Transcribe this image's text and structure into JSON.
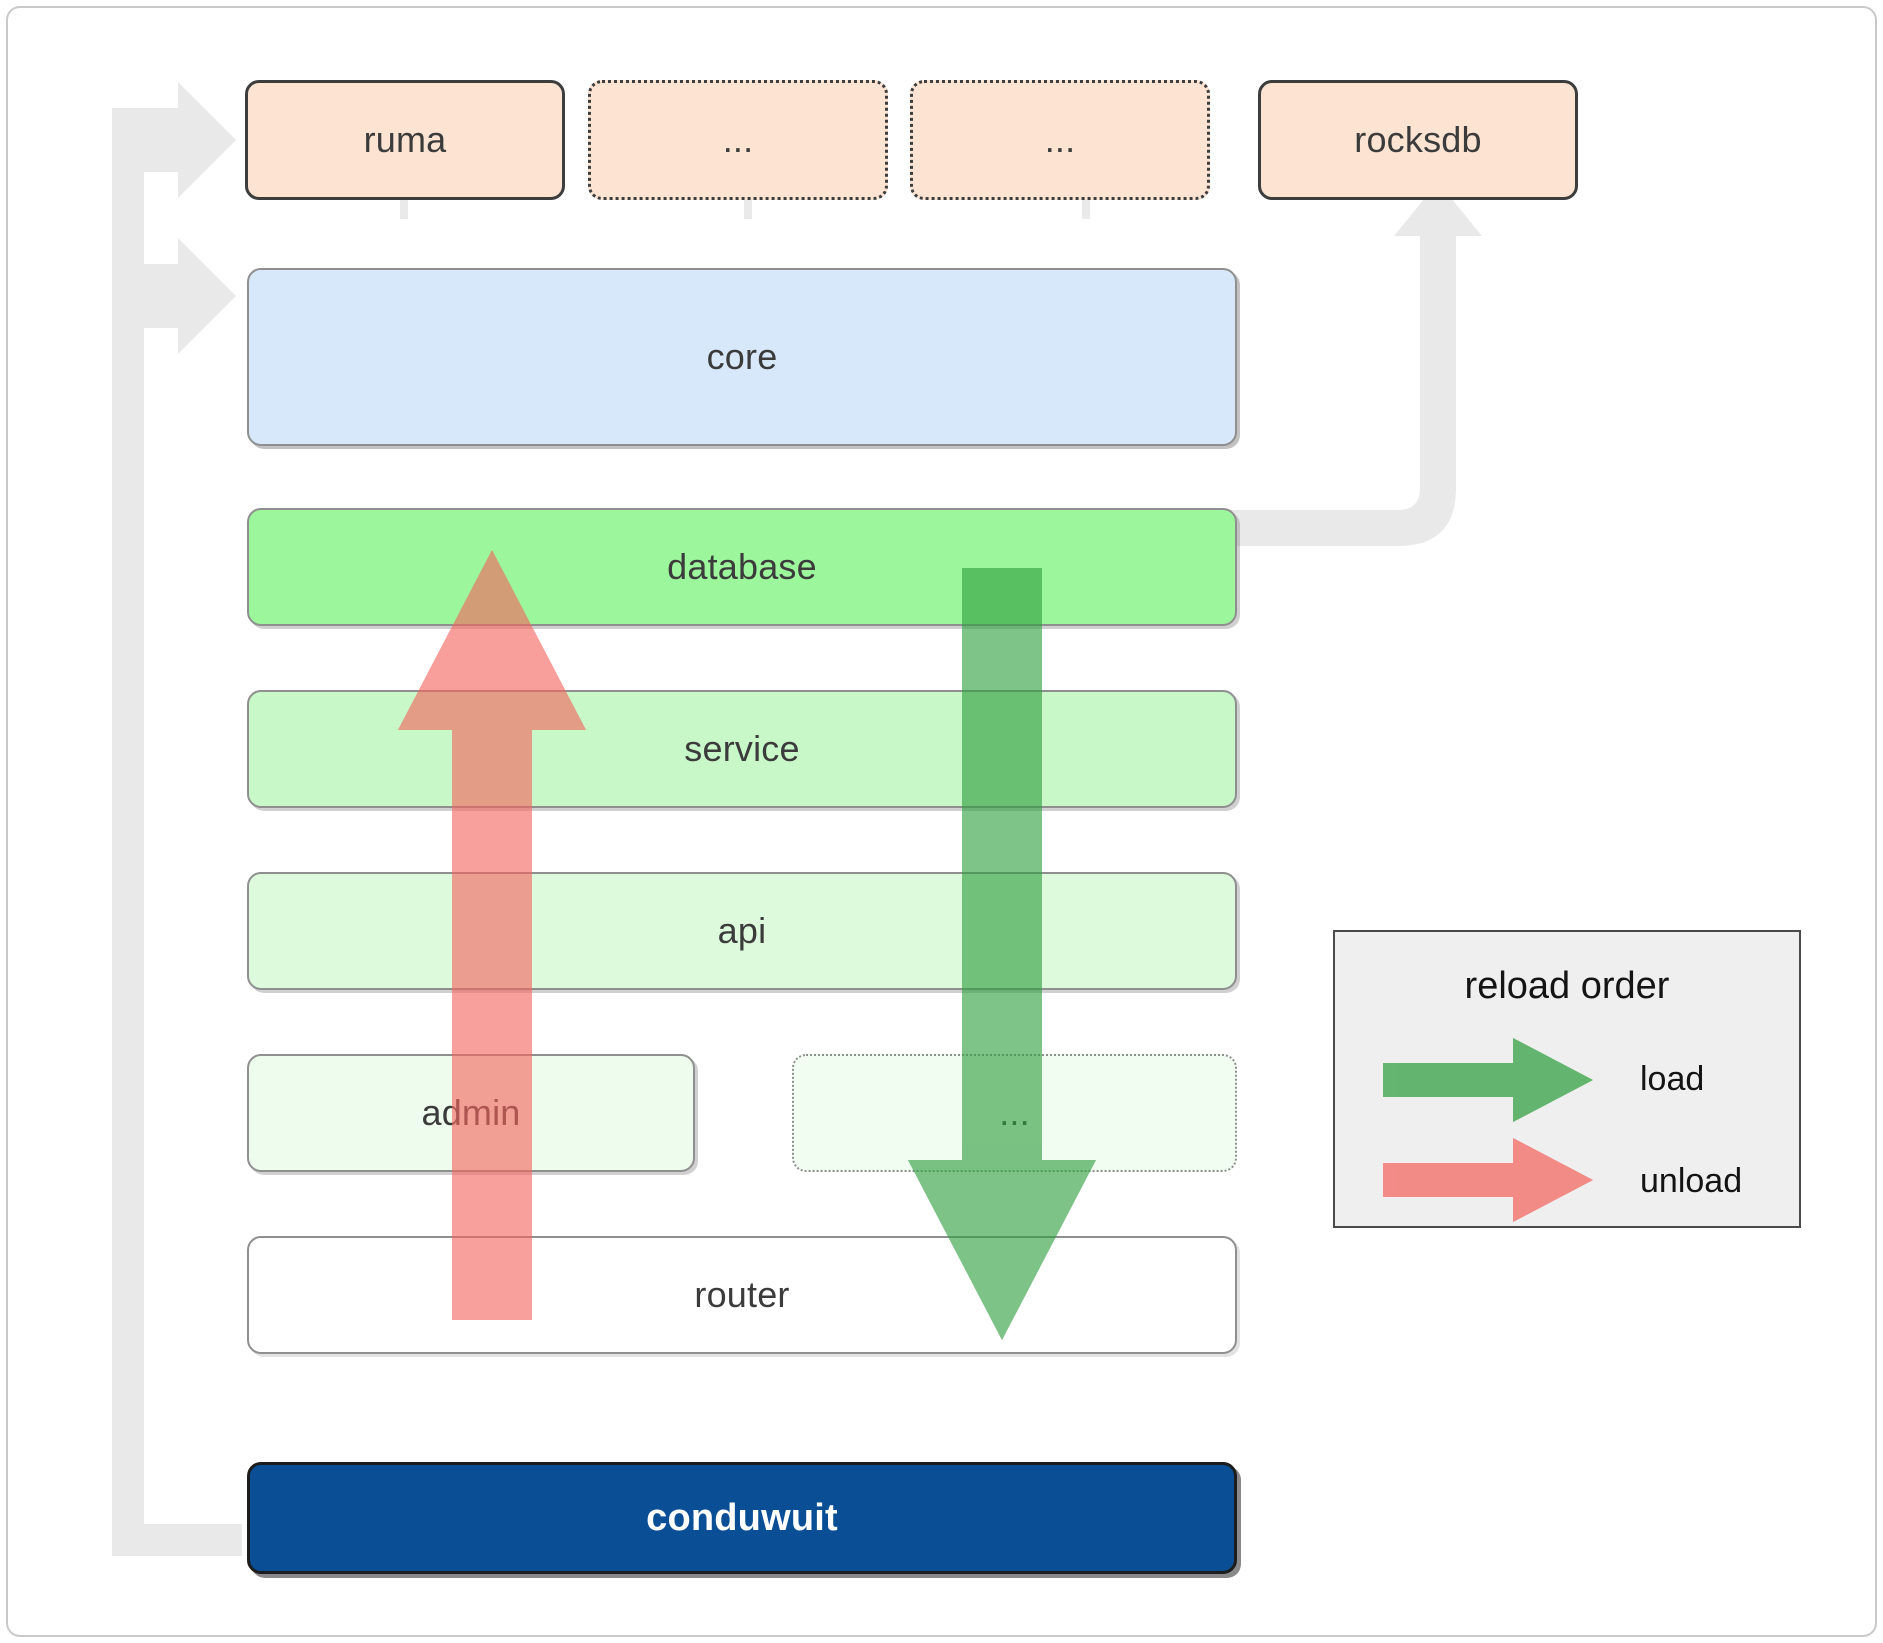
{
  "diagram": {
    "title": "conduwuit crate / workspace layer diagram",
    "colors": {
      "crate_fill": "#fce3d2",
      "crate_border": "#3d3d3d",
      "core_fill": "#d7e8fb",
      "database_fill": "#9cf79c",
      "service_fill": "#c8f7c8",
      "api_fill": "#ddfadd",
      "admin_fill": "#edfced",
      "router_fill": "#ffffff",
      "root_fill": "#0a4f96",
      "root_text": "#ffffff",
      "legend_fill": "#efefef",
      "legend_border": "#4a4a4a",
      "connector_grey": "#e9e9e9",
      "load_arrow": "#4caf50",
      "unload_arrow": "#f4655f",
      "box_border": "#8f8f8f",
      "text": "#3b3b3b"
    },
    "external_crates": [
      {
        "label": "ruma",
        "style": "solid"
      },
      {
        "label": "...",
        "style": "dotted"
      },
      {
        "label": "...",
        "style": "dotted"
      },
      {
        "label": "rocksdb",
        "style": "solid"
      }
    ],
    "core_layer": {
      "label": "core"
    },
    "workspace_layers": [
      {
        "label": "database",
        "style": "solid"
      },
      {
        "label": "service",
        "style": "solid"
      },
      {
        "label": "api",
        "style": "solid"
      }
    ],
    "split_row": [
      {
        "label": "admin",
        "style": "solid"
      },
      {
        "label": "...",
        "style": "dotted"
      }
    ],
    "router_layer": {
      "label": "router",
      "style": "solid"
    },
    "root_binary": {
      "label": "conduwuit"
    },
    "legend": {
      "title": "reload order",
      "entries": [
        {
          "label": "load",
          "color": "#4caf50",
          "direction": "right"
        },
        {
          "label": "unload",
          "color": "#f4655f",
          "direction": "right"
        }
      ]
    },
    "flow_arrows": [
      {
        "name": "unload-arrow",
        "from": "router",
        "to": "database",
        "direction": "up",
        "color": "#f4655f"
      },
      {
        "name": "load-arrow",
        "from": "database",
        "to": "router",
        "direction": "down",
        "color": "#4caf50"
      }
    ]
  }
}
